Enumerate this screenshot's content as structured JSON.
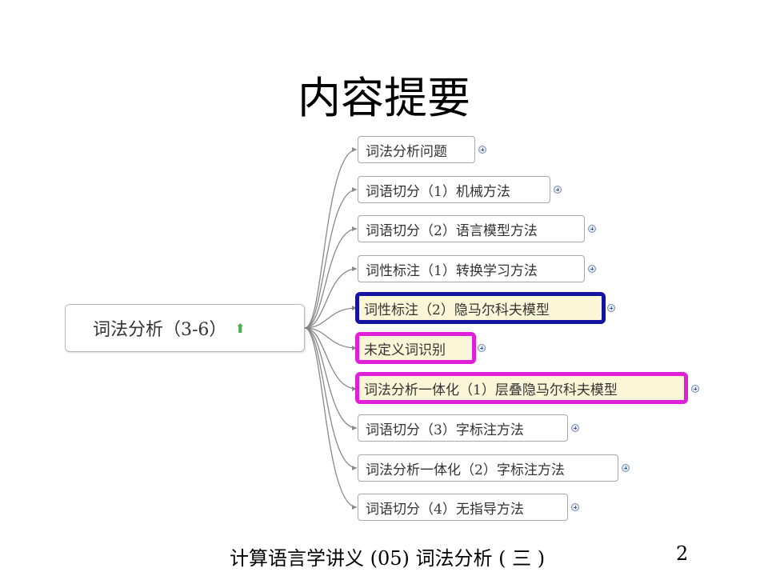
{
  "slide": {
    "title": "内容提要",
    "footer": "计算语言学讲义 (05) 词法分析 ( 三 )",
    "page_number": "2"
  },
  "mindmap": {
    "root": {
      "label": "词法分析（3-6）",
      "icon": "green-up-arrow-icon"
    },
    "children": [
      {
        "label": "词法分析问题",
        "highlight": "none"
      },
      {
        "label": "词语切分（1）机械方法",
        "highlight": "none"
      },
      {
        "label": "词语切分（2）语言模型方法",
        "highlight": "none"
      },
      {
        "label": "词性标注（1）转换学习方法",
        "highlight": "none"
      },
      {
        "label": "词性标注（2）隐马尔科夫模型",
        "highlight": "blue"
      },
      {
        "label": "未定义词识别",
        "highlight": "pink"
      },
      {
        "label": "词法分析一体化（1）层叠隐马尔科夫模型",
        "highlight": "pink"
      },
      {
        "label": "词语切分（3）字标注方法",
        "highlight": "none"
      },
      {
        "label": "词法分析一体化（2）字标注方法",
        "highlight": "none"
      },
      {
        "label": "词语切分（4）无指导方法",
        "highlight": "none"
      }
    ]
  },
  "colors": {
    "highlight_blue": "#1414a0",
    "highlight_pink": "#e020d8",
    "highlight_fill": "#fbf6d8",
    "connector": "#888888"
  }
}
